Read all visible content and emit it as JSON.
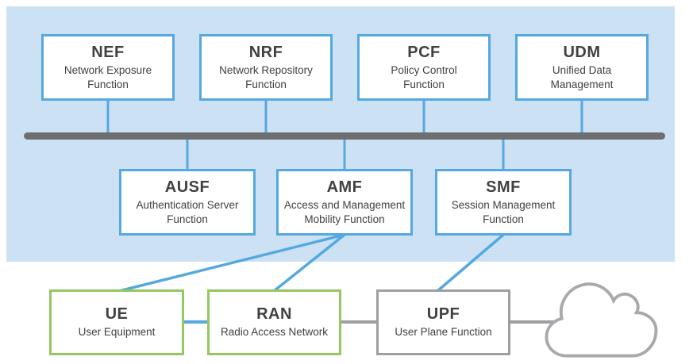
{
  "colors": {
    "band": "#cce2f4",
    "blue": "#55a8e0",
    "green": "#94c75e",
    "gray": "#9d9fa2",
    "cloud_gray": "#a7a9ac",
    "bus": "#6d6e71",
    "text": "#414042"
  },
  "nodes": {
    "nef": {
      "abbr": "NEF",
      "name": "Network Exposure\nFunction"
    },
    "nrf": {
      "abbr": "NRF",
      "name": "Network Repository\nFunction"
    },
    "pcf": {
      "abbr": "PCF",
      "name": "Policy Control\nFunction"
    },
    "udm": {
      "abbr": "UDM",
      "name": "Unified Data\nManagement"
    },
    "ausf": {
      "abbr": "AUSF",
      "name": "Authentication Server\nFunction"
    },
    "amf": {
      "abbr": "AMF",
      "name": "Access and Management\nMobility Function"
    },
    "smf": {
      "abbr": "SMF",
      "name": "Session Management\nFunction"
    },
    "ue": {
      "abbr": "UE",
      "name": "User Equipment"
    },
    "ran": {
      "abbr": "RAN",
      "name": "Radio Access Network"
    },
    "upf": {
      "abbr": "UPF",
      "name": "User Plane Function"
    }
  }
}
